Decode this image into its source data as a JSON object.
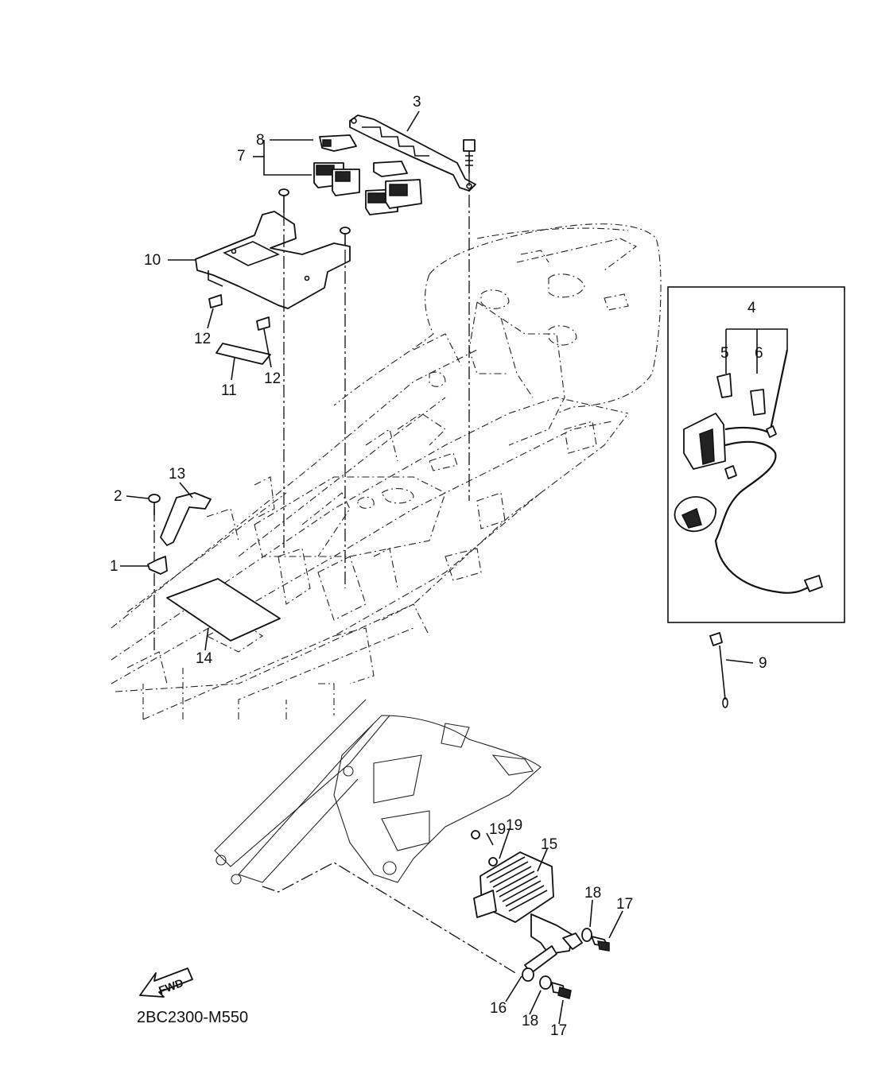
{
  "diagram": {
    "code": "2BC2300-M550",
    "fwd_label": "FWD",
    "callouts": [
      {
        "id": "c1",
        "text": "1"
      },
      {
        "id": "c2",
        "text": "2"
      },
      {
        "id": "c3",
        "text": "3"
      },
      {
        "id": "c4",
        "text": "4"
      },
      {
        "id": "c5",
        "text": "5"
      },
      {
        "id": "c6",
        "text": "6"
      },
      {
        "id": "c7",
        "text": "7"
      },
      {
        "id": "c8",
        "text": "8"
      },
      {
        "id": "c9",
        "text": "9"
      },
      {
        "id": "c10",
        "text": "10"
      },
      {
        "id": "c11",
        "text": "11"
      },
      {
        "id": "c12a",
        "text": "12"
      },
      {
        "id": "c12b",
        "text": "12"
      },
      {
        "id": "c13",
        "text": "13"
      },
      {
        "id": "c14",
        "text": "14"
      },
      {
        "id": "c15",
        "text": "15"
      },
      {
        "id": "c16",
        "text": "16"
      },
      {
        "id": "c17a",
        "text": "17"
      },
      {
        "id": "c17b",
        "text": "17"
      },
      {
        "id": "c18a",
        "text": "18"
      },
      {
        "id": "c18b",
        "text": "18"
      },
      {
        "id": "c19a",
        "text": "19"
      },
      {
        "id": "c19b",
        "text": "19"
      }
    ]
  }
}
